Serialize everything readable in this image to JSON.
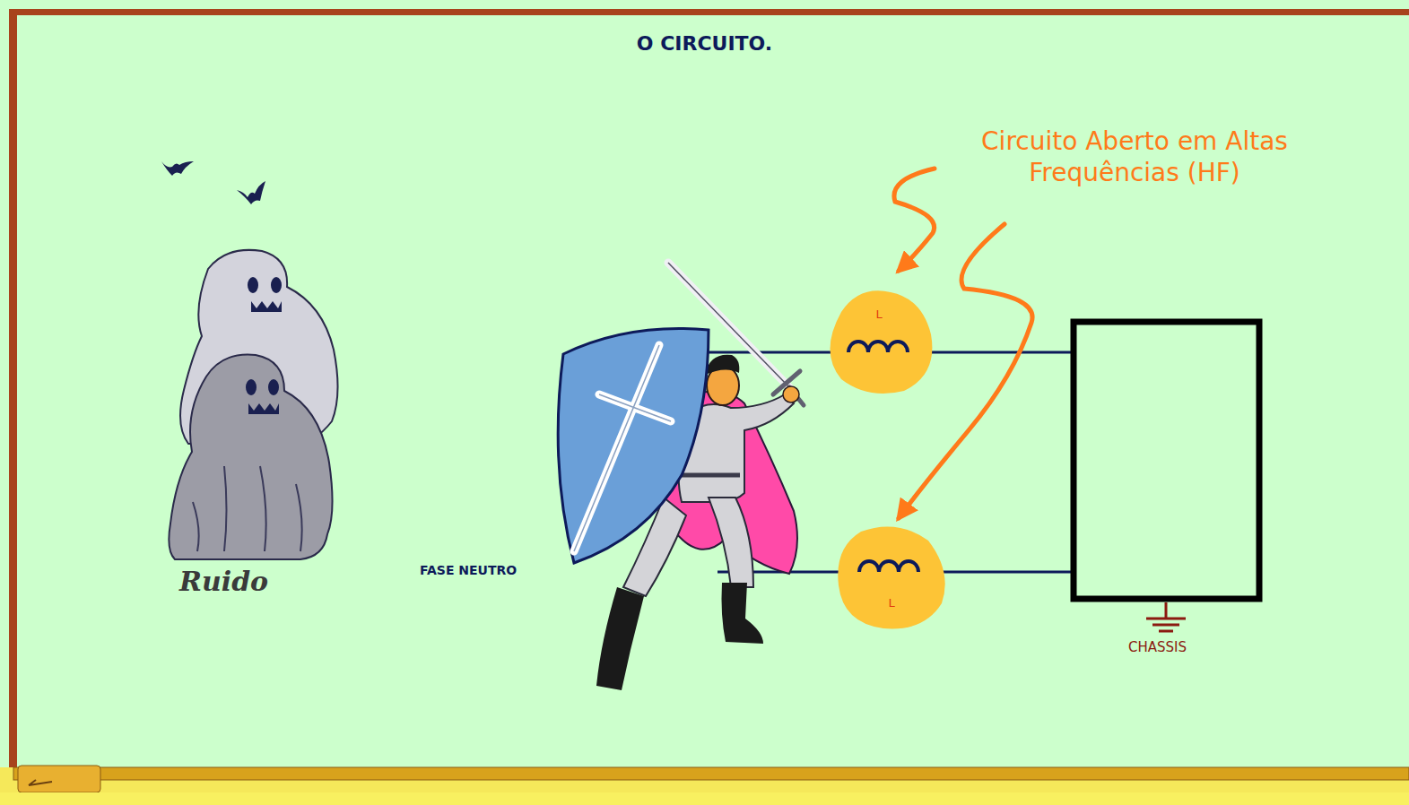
{
  "diagram": {
    "title": "O CIRCUITO.",
    "nodes": [
      {
        "text": [
          "L"
        ]
      },
      {
        "text": [
          "L"
        ]
      }
    ],
    "labels": [
      "Ruido",
      "Circuito Aberto em Altas Frequências (HF)",
      "FASE NEUTRO",
      "CHASSIS"
    ]
  }
}
